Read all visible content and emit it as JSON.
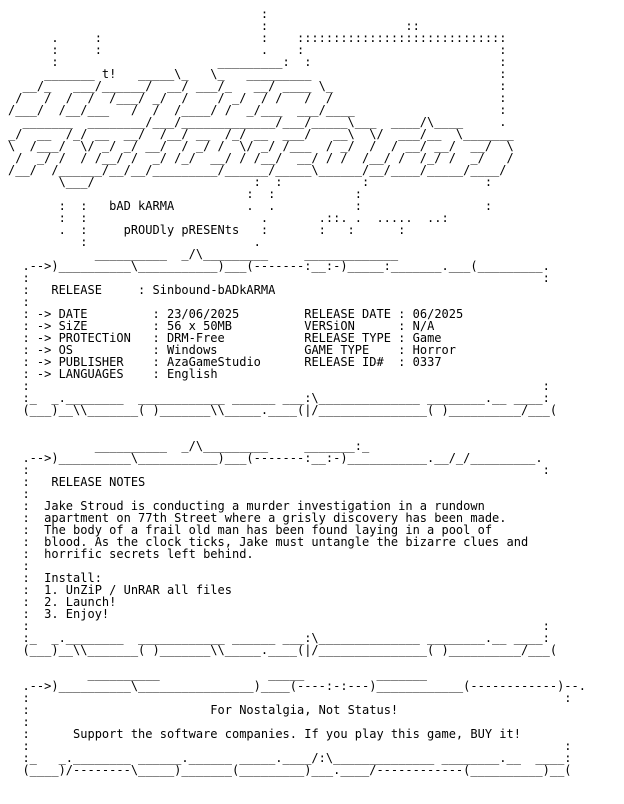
{
  "nfo": {
    "logo_art": "                                   :\n                                   :                   ::\n      .     :                      :    :::::::::::::::::::::::::::::\n      :     :                      .    :                           :\n      :                      _________:  :                          :\n     _______ t!   _____\\_   \\_   _________                          :\n  __/_   ___/______/  __/ ___/_   __/ ____ \\_                       :\n /   /  /  /  /___/ _/  /    / _/  / /   /  /                       :\n/___/  /__/___   /  /  /____/ /  _/___  ___/____                    :\n  _______  ________/___/_____________/___/_____\\___  ____/\\____     .\n_/  __  /_/ __  __/  /__/ __  /_/ __  ___/   __\\  \\/  ___/__  \\_______\n\\  /___/  \\/ _/ _/ __/  / _/ /  \\/ _/ /___  / _/  /  / __/ __/  __/  \\\n /  _/ /  / /__/ /  _/ /_/  __/ / /__/  __/ / /  /__/ /  /_/ /  _/   /\n/__/  /______/__/__/_________/______/_____\\______/__/____/_____/____/\n       \\___/                      :  :           :                :\n                                 :  :           :\n       :  :   bAD kARMA          .  .           :                 :\n       :  :                        .       .::. .  .....  ..:\n       .  :     pROUDly pRESENts   :       :   :      :\n          :                       .",
    "top_box_border": "            __________  _/\\_________     _____________\n  .-->)__________\\___________)___(-------:__:-)_____:_______.___(_________.\n  :                                                                       :",
    "top_box_bottom": "  :                                                                       :\n  :_  _.________  ____________ ______ ___:\\______________ ________.__ ____:\n  (___)__\\\\_______( )_______\\\\_____.____(|/_______________( )__________/___(",
    "release_label": "RELEASE",
    "release_value": "Sinbound-bADkARMA",
    "info_rows": [
      {
        "left_label": "DATE",
        "left_value": "23/06/2025",
        "right_label": "RELEASE DATE",
        "right_value": "06/2025"
      },
      {
        "left_label": "SiZE",
        "left_value": "56 x 50MB",
        "right_label": "VERSiON",
        "right_value": "N/A"
      },
      {
        "left_label": "PROTECTiON",
        "left_value": "DRM-Free",
        "right_label": "RELEASE TYPE",
        "right_value": "Game"
      },
      {
        "left_label": "OS",
        "left_value": "Windows",
        "right_label": "GAME TYPE",
        "right_value": "Horror"
      },
      {
        "left_label": "PUBLISHER",
        "left_value": "AzaGameStudio",
        "right_label": "RELEASE ID#",
        "right_value": "0337"
      },
      {
        "left_label": "LANGUAGES",
        "left_value": "English",
        "right_label": "",
        "right_value": ""
      }
    ],
    "notes_box_top": "            __________  _/\\_________     _______:_\n  .-->)__________\\___________)___(-------:__:-)___________.__/_/_________.\n  :                                                                       :",
    "notes_title": "RELEASE NOTES",
    "notes_paragraph": [
      "Jake Stroud is conducting a murder investigation in a rundown",
      "apartment on 77th Street where a grisly discovery has been made.",
      "The body of a frail old man has been found laying in a pool of",
      "blood. As the clock ticks, Jake must untangle the bizarre clues and",
      "horrific secrets left behind."
    ],
    "install_title": "Install:",
    "install_steps": [
      "1. UnZiP / UnRAR all files",
      "2. Launch!",
      "3. Enjoy!"
    ],
    "notes_box_bottom": "  :                                                                       :\n  :_  _.________  ____________ ______ ___:\\______________ ________.__ ____:\n  (___)__\\\\_______( )_______\\\\_____.____(|/_______________( )__________/___(",
    "footer_box_top": "           __________               _____          _______\n  .-->)__________\\________________)____(----:-:---)____________(------------)--.\n  :                                                                          :",
    "footer_line_1": "For Nostalgia, Not Status!",
    "footer_line_2": "Support the software companies. If you play this game, BUY it!",
    "footer_box_bottom": "  :                                                                          :\n  :_   _.________ ______.______ _____.____/:\\______________ ________.__  ____:\n  (____)/--------\\_____)_______(_________)___.____/------------(__________)__("
  }
}
